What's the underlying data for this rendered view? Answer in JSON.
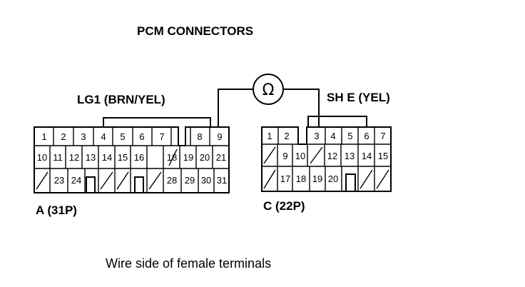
{
  "title": "PCM CONNECTORS",
  "meter_symbol": "Ω",
  "wire_labels": {
    "left": "LG1 (BRN/YEL)",
    "right": "SH E (YEL)"
  },
  "connector_labels": {
    "a": "A (31P)",
    "c": "C (22P)"
  },
  "caption": "Wire side of female terminals",
  "connector_a": {
    "rows": [
      [
        "1",
        "2",
        "3",
        "4",
        "5",
        "6",
        "7",
        "",
        "8",
        "9"
      ],
      [
        "10",
        "11",
        "12",
        "13",
        "14",
        "15",
        "16",
        "",
        "18",
        "19",
        "20",
        "21"
      ],
      [
        "",
        "23",
        "24",
        "",
        "",
        "",
        "",
        "28",
        "29",
        "30",
        "31"
      ]
    ]
  },
  "connector_c": {
    "rows": [
      [
        "1",
        "2",
        "",
        "3",
        "4",
        "5",
        "6",
        "7"
      ],
      [
        "",
        "9",
        "10",
        "",
        "12",
        "13",
        "14",
        "15"
      ],
      [
        "",
        "17",
        "18",
        "19",
        "20",
        "",
        ""
      ]
    ]
  }
}
